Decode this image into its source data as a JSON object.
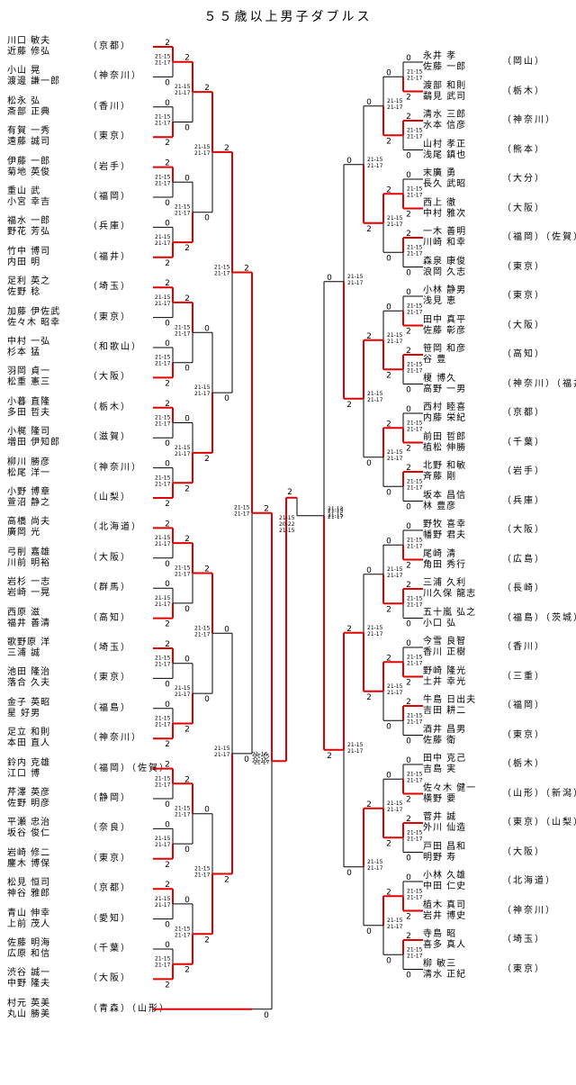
{
  "title": "５５歳以上男子ダブルス",
  "left": [
    {
      "n1": "川口 敏夫",
      "n2": "近藤 修弘",
      "pref": "（京都）"
    },
    {
      "n1": "小山 晃",
      "n2": "渡邊 謙一郎",
      "pref": "（神奈川）"
    },
    {
      "n1": "松永 弘",
      "n2": "斎部 正典",
      "pref": "（香川）"
    },
    {
      "n1": "有賀 一秀",
      "n2": "遠藤 誠司",
      "pref": "（東京）"
    },
    {
      "n1": "伊藤 一郎",
      "n2": "菊地 英俊",
      "pref": "（岩手）"
    },
    {
      "n1": "重山 武",
      "n2": "小宮 幸吉",
      "pref": "（福岡）"
    },
    {
      "n1": "福水 一郎",
      "n2": "野花 芳弘",
      "pref": "（兵庫）"
    },
    {
      "n1": "竹中 博司",
      "n2": "内田 明",
      "pref": "（福井）"
    },
    {
      "n1": "足利 英之",
      "n2": "佐野 稔",
      "pref": "（埼玉）"
    },
    {
      "n1": "加藤 伊佐武",
      "n2": "佐々木 昭幸",
      "pref": "（東京）"
    },
    {
      "n1": "中村 一弘",
      "n2": "杉本 猛",
      "pref": "（和歌山）"
    },
    {
      "n1": "羽岡 貞一",
      "n2": "松重 憲三",
      "pref": "（大阪）"
    },
    {
      "n1": "小暮 直隆",
      "n2": "多田 哲夫",
      "pref": "（栃木）"
    },
    {
      "n1": "小梶 隆司",
      "n2": "増田 伊知郎",
      "pref": "（滋賀）"
    },
    {
      "n1": "柳川 勝彦",
      "n2": "松尾 洋一",
      "pref": "（神奈川）"
    },
    {
      "n1": "小野 博章",
      "n2": "萱沼 静之",
      "pref": "（山梨）"
    },
    {
      "n1": "高橋 尚夫",
      "n2": "廣岡 光",
      "pref": "（北海道）"
    },
    {
      "n1": "弓削 嘉雄",
      "n2": "川前 明裕",
      "pref": "（大阪）"
    },
    {
      "n1": "岩杉 一志",
      "n2": "岩崎 一晃",
      "pref": "（群馬）"
    },
    {
      "n1": "西原 滋",
      "n2": "福井 善清",
      "pref": "（高知）"
    },
    {
      "n1": "歌野原 洋",
      "n2": "三浦 誠",
      "pref": "（埼玉）"
    },
    {
      "n1": "池田 隆治",
      "n2": "落合 久夫",
      "pref": "（東京）"
    },
    {
      "n1": "金子 英昭",
      "n2": "星 好男",
      "pref": "（福島）"
    },
    {
      "n1": "足立 和則",
      "n2": "本田 直人",
      "pref": "（神奈川）"
    },
    {
      "n1": "鈴内 克雄",
      "n2": "江口 博",
      "pref": "（福岡）（佐賀）"
    },
    {
      "n1": "芹澤 英彦",
      "n2": "佐野 明彦",
      "pref": "（静岡）"
    },
    {
      "n1": "平瀬 忠治",
      "n2": "坂谷 俊仁",
      "pref": "（奈良）"
    },
    {
      "n1": "岩崎 修二",
      "n2": "鏖木 博保",
      "pref": "（東京）"
    },
    {
      "n1": "松見 恒司",
      "n2": "神谷 雅郎",
      "pref": "（京都）"
    },
    {
      "n1": "青山 伸幸",
      "n2": "上前 茂人",
      "pref": "（愛知）"
    },
    {
      "n1": "佐藤 明海",
      "n2": "広原 和信",
      "pref": "（千葉）"
    },
    {
      "n1": "渋谷 誠一",
      "n2": "中野 隆夫",
      "pref": "（大阪）"
    },
    {
      "n1": "村元 英美",
      "n2": "丸山 勝美",
      "pref": "（青森）（山形）"
    }
  ],
  "right": [
    {
      "n1": "永井 孝",
      "n2": "佐藤 一郎",
      "pref": "（岡山）"
    },
    {
      "n1": "渡部 和則",
      "n2": "鷸見 武司",
      "pref": "（栃木）"
    },
    {
      "n1": "清水 三郎",
      "n2": "水本 信彦",
      "pref": "（神奈川）"
    },
    {
      "n1": "山村 孝正",
      "n2": "浅尾 鎮也",
      "pref": "（熊本）"
    },
    {
      "n1": "末廣 勇",
      "n2": "長久 武昭",
      "pref": "（大分）"
    },
    {
      "n1": "西上 徹",
      "n2": "中村 雅次",
      "pref": "（大阪）"
    },
    {
      "n1": "一木 善明",
      "n2": "川崎 和幸",
      "pref": "（福岡）（佐賀）"
    },
    {
      "n1": "森泉 康俊",
      "n2": "浪岡 久志",
      "pref": "（東京）"
    },
    {
      "n1": "小林 静男",
      "n2": "浅見 恵",
      "pref": "（東京）"
    },
    {
      "n1": "田中 真平",
      "n2": "佐藤 彰彦",
      "pref": "（大阪）"
    },
    {
      "n1": "笹岡 和彦",
      "n2": "谷 豊",
      "pref": "（高知）"
    },
    {
      "n1": "榎 博久",
      "n2": "高野 一男",
      "pref": "（神奈川）（福井）"
    },
    {
      "n1": "西村 睦喜",
      "n2": "内藤 栄紀",
      "pref": "（京都）"
    },
    {
      "n1": "前田 哲郎",
      "n2": "植松 伸勝",
      "pref": "（千葉）"
    },
    {
      "n1": "北野 和敏",
      "n2": "斉藤 剛",
      "pref": "（岩手）"
    },
    {
      "n1": "坂本 昌信",
      "n2": "林 豊彦",
      "pref": "（兵庫）"
    },
    {
      "n1": "野牧 喜幸",
      "n2": "幡野 君夫",
      "pref": "（大阪）"
    },
    {
      "n1": "尾崎 清",
      "n2": "角田 秀行",
      "pref": "（広島）"
    },
    {
      "n1": "三浦 久利",
      "n2": "川久保 龍志",
      "pref": "（長崎）"
    },
    {
      "n1": "五十嵐 弘之",
      "n2": "小口 弘",
      "pref": "（福島）（茨城）"
    },
    {
      "n1": "今雪 良智",
      "n2": "香川 正樹",
      "pref": "（香川）"
    },
    {
      "n1": "野崎 隆光",
      "n2": "土井 幸光",
      "pref": "（三重）"
    },
    {
      "n1": "牛島 日出夫",
      "n2": "吉田 耕二",
      "pref": "（福岡）"
    },
    {
      "n1": "酒井 昌男",
      "n2": "佐藤 衛",
      "pref": "（東京）"
    },
    {
      "n1": "田中 克己",
      "n2": "吉島 実",
      "pref": "（栃木）"
    },
    {
      "n1": "佐々木 健一",
      "n2": "横野 要",
      "pref": "（山形）（新潟）"
    },
    {
      "n1": "菅井 誠",
      "n2": "外川 仙造",
      "pref": "（東京）（山梨）"
    },
    {
      "n1": "戸田 昌和",
      "n2": "明野 寿",
      "pref": "（大阪）"
    },
    {
      "n1": "小林 久雄",
      "n2": "中田 仁史",
      "pref": "（北海道）"
    },
    {
      "n1": "植木 真司",
      "n2": "岩井 博史",
      "pref": "（神奈川）"
    },
    {
      "n1": "寺島 昭",
      "n2": "喜多 真人",
      "pref": "（埼玉）"
    },
    {
      "n1": "柳 敏三",
      "n2": "清水 正紀",
      "pref": "（東京）"
    }
  ],
  "final_scores": [
    "21-15",
    "20-22",
    "21-15"
  ],
  "semi_left_scores": [
    "21-16",
    "21-15"
  ],
  "semi_right_scores": [
    "21-13",
    "21-15"
  ]
}
